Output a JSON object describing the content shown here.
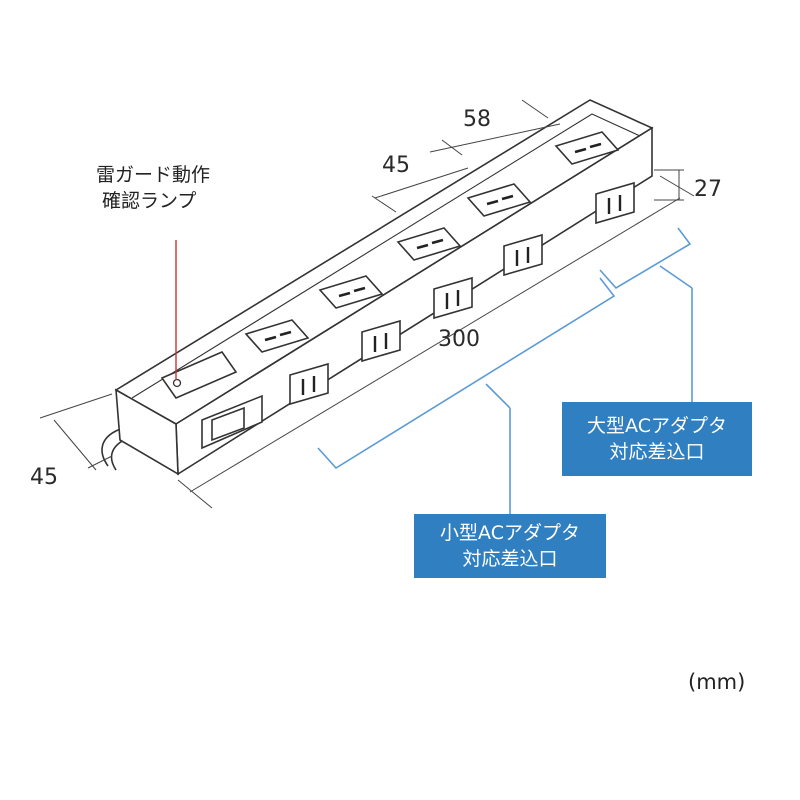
{
  "annotations": {
    "lightning_lamp_line1": "雷ガード動作",
    "lightning_lamp_line2": "確認ランプ",
    "large_adapter_line1": "大型ACアダプタ",
    "large_adapter_line2": "対応差込口",
    "small_adapter_line1": "小型ACアダプタ",
    "small_adapter_line2": "対応差込口",
    "unit": "(mm)"
  },
  "dimensions": {
    "outlet_pitch_top": "58",
    "outlet_pitch": "45",
    "height": "27",
    "length": "300",
    "width": "45"
  },
  "colors": {
    "callout_fill": "#2f7fc1",
    "bracket_line": "#5b9bd5",
    "lamp_leader": "#d0303a",
    "outline": "#333333"
  }
}
